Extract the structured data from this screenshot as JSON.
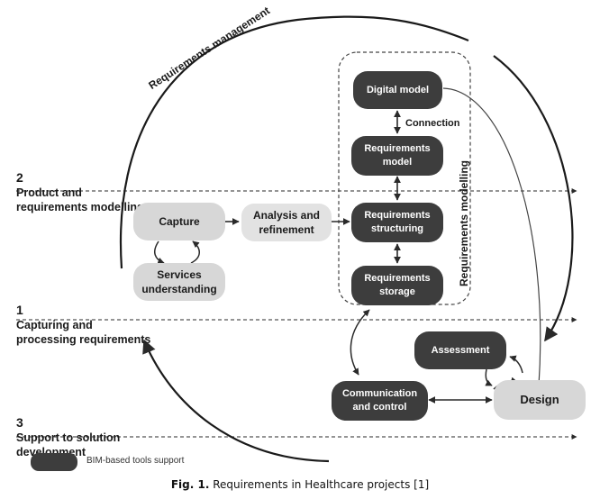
{
  "header": {
    "arc_label": "Requirements management"
  },
  "phases": {
    "product_modelling": {
      "number": "2",
      "text": "Product and\nrequirements modelling"
    },
    "capturing": {
      "number": "1",
      "text": "Capturing and\nprocessing requirements"
    },
    "support": {
      "number": "3",
      "text": "Support to solution\ndevelopment"
    }
  },
  "nodes": {
    "digital_model": "Digital model",
    "requirements_model": "Requirements\nmodel",
    "requirements_structuring": "Requirements\nstructuring",
    "requirements_storage": "Requirements\nstorage",
    "capture": "Capture",
    "services_understanding": "Services\nunderstanding",
    "analysis_refinement": "Analysis and\nrefinement",
    "assessment": "Assessment",
    "communication_control": "Communication\nand control",
    "design": "Design"
  },
  "labels": {
    "connection": "Connection",
    "requirements_modelling": "Requirements modelling"
  },
  "legend": {
    "text": "BIM-based tools support",
    "swatch_color": "#3d3d3d"
  },
  "caption": {
    "fig": "Fig. 1.",
    "text": " Requirements in Healthcare projects [1]"
  },
  "colors": {
    "dark_node": "#3d3d3d",
    "light_node": "#d7d7d7",
    "line": "#2a2a2a"
  }
}
